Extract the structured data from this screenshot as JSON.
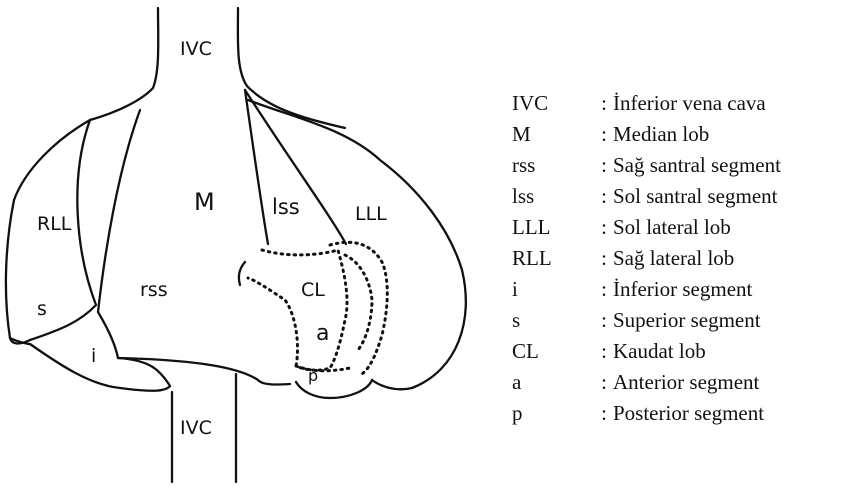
{
  "diagram": {
    "labels": {
      "ivc_top": "IVC",
      "ivc_bottom": "IVC",
      "median": "M",
      "rll": "RLL",
      "lll": "LLL",
      "lss": "lss",
      "rss": "rss",
      "cl": "CL",
      "a": "a",
      "p": "p",
      "s": "s",
      "i": "i"
    },
    "legend": [
      {
        "abbr": "IVC",
        "desc": "İnferior vena cava"
      },
      {
        "abbr": "M",
        "desc": "Median lob"
      },
      {
        "abbr": "rss",
        "desc": "Sağ santral segment"
      },
      {
        "abbr": "lss",
        "desc": "Sol santral segment"
      },
      {
        "abbr": "LLL",
        "desc": "Sol lateral lob"
      },
      {
        "abbr": "RLL",
        "desc": "Sağ lateral lob"
      },
      {
        "abbr": "i",
        "desc": "İnferior segment"
      },
      {
        "abbr": "s",
        "desc": "Superior segment"
      },
      {
        "abbr": "CL",
        "desc": "Kaudat lob"
      },
      {
        "abbr": "a",
        "desc": "Anterior segment"
      },
      {
        "abbr": "p",
        "desc": "Posterior segment"
      }
    ]
  }
}
